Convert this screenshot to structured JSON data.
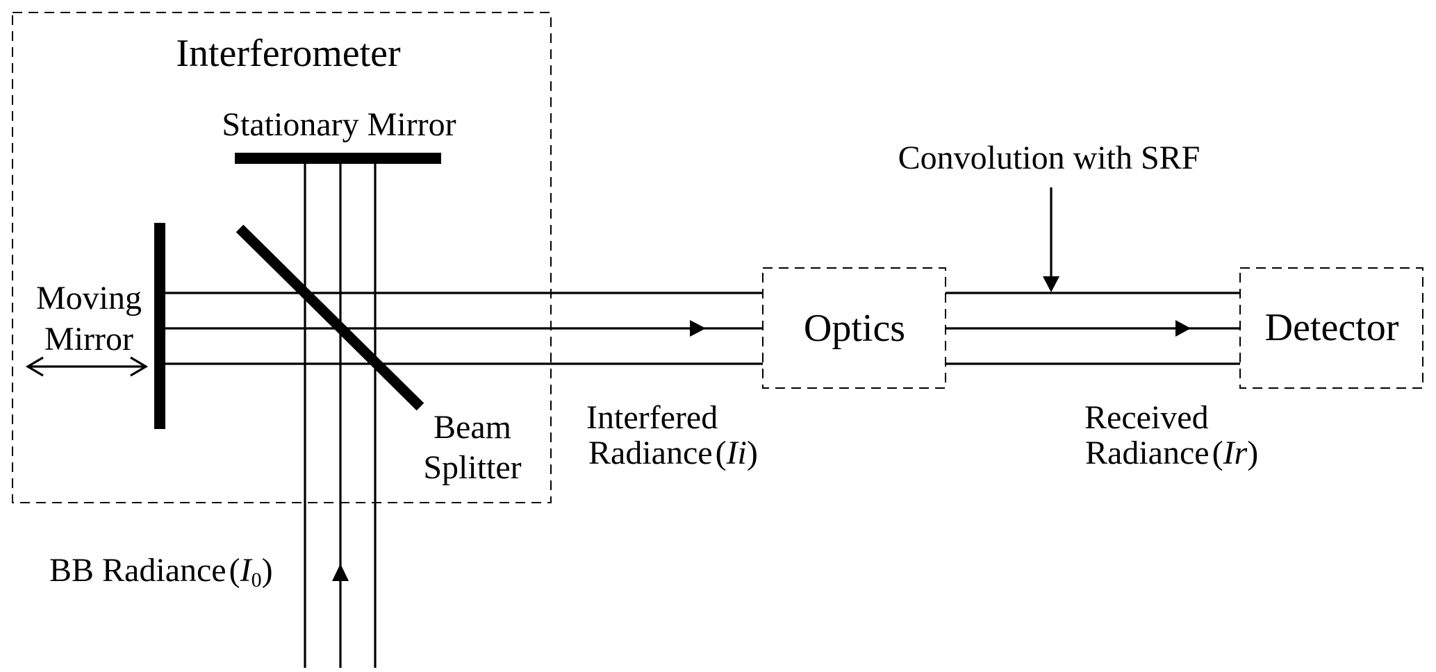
{
  "diagram": {
    "title": "Interferometer",
    "components": {
      "stationary_mirror": "Stationary Mirror",
      "moving_mirror_line1": "Moving",
      "moving_mirror_line2": "Mirror",
      "beam_splitter_line1": "Beam",
      "beam_splitter_line2": "Splitter",
      "optics": "Optics",
      "detector": "Detector"
    },
    "signals": {
      "bb_radiance": {
        "text": "BB Radiance",
        "symbol": "I",
        "subscript": "0"
      },
      "interfered_line1": "Interfered",
      "interfered_line2": {
        "text": "Radiance",
        "symbol": "Ii"
      },
      "received_line1": "Received",
      "received_line2": {
        "text": "Radiance",
        "symbol": "Ir"
      },
      "convolution": "Convolution with SRF"
    },
    "flow": [
      "BB Radiance (I0)",
      "Interferometer",
      "Interfered Radiance (Ii)",
      "Optics",
      "Convolution with SRF",
      "Received Radiance (Ir)",
      "Detector"
    ]
  }
}
